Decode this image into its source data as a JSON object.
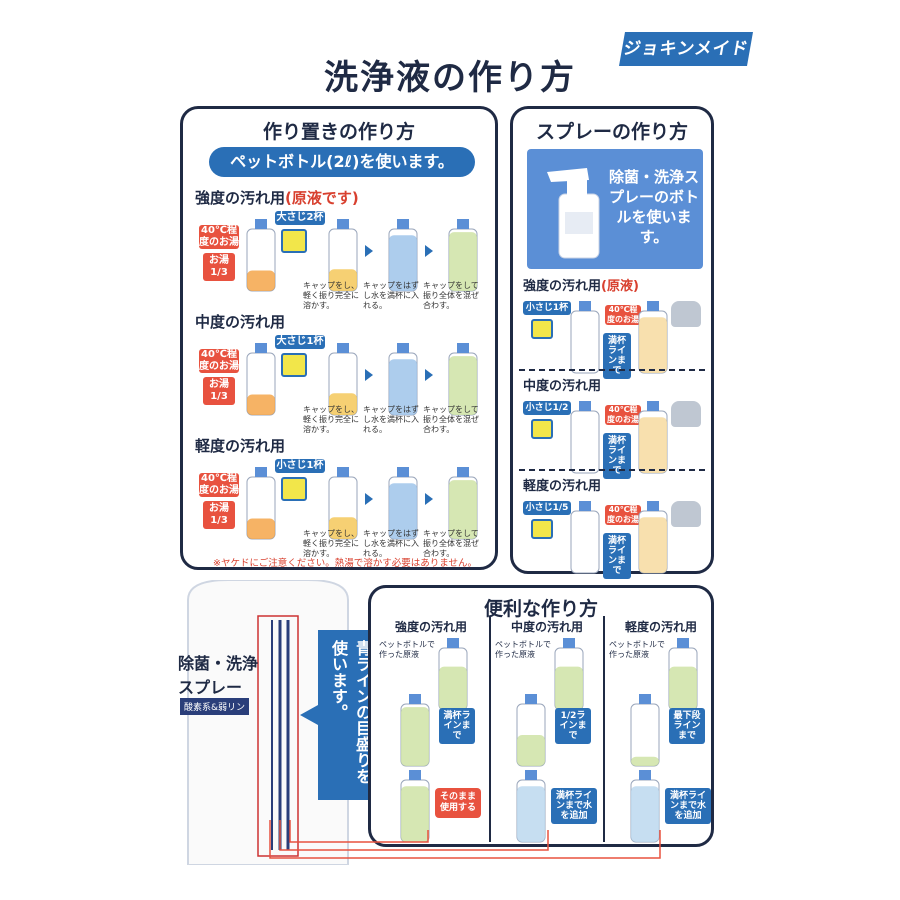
{
  "brand": "ジョキンメイド",
  "title": "洗浄液の作り方",
  "left_panel": {
    "title": "作り置きの作り方",
    "pill": "ペットボトル(2ℓ)を使います。",
    "sections": [
      {
        "heading": "強度の汚れ用",
        "heading_extra": "(原液です)",
        "spoon": "大さじ2杯"
      },
      {
        "heading": "中度の汚れ用",
        "heading_extra": "",
        "spoon": "大さじ1杯"
      },
      {
        "heading": "軽度の汚れ用",
        "heading_extra": "",
        "spoon": "小さじ1杯"
      }
    ],
    "hot_label": "40℃程度のお湯",
    "third_label": "お湯 1/3",
    "step_captions": [
      "キャップをし、軽く振り完全に溶かす。",
      "キャップをはずし水を満杯に入れる。",
      "キャップをして振り全体を混ぜ合わす。"
    ],
    "note": "※ヤケドにご注意ください。熱湯で溶かす必要はありません。"
  },
  "right_panel": {
    "title": "スプレーの作り方",
    "spray_text": "除菌・洗浄スプレーのボトルを使います。",
    "sections": [
      {
        "heading": "強度の汚れ用",
        "heading_extra": "(原液)",
        "spoon": "小さじ1杯"
      },
      {
        "heading": "中度の汚れ用",
        "heading_extra": "",
        "spoon": "小さじ1/2"
      },
      {
        "heading": "軽度の汚れ用",
        "heading_extra": "",
        "spoon": "小さじ1/5"
      }
    ],
    "hot_label": "40℃程度のお湯",
    "fill_label": "満杯ラインまで"
  },
  "bottom": {
    "bottle_brand": "除菌・洗浄スプレー",
    "bottle_sub": "酸素系&弱リン",
    "vertical_text": "青ラインの目盛りを使います。",
    "panel_title": "便利な作り方",
    "columns": [
      {
        "heading": "強度の汚れ用",
        "bottle_note": "ペットボトルで作った原液",
        "level_tag": "満杯ラインまで",
        "final_tag": "そのまま使用する"
      },
      {
        "heading": "中度の汚れ用",
        "bottle_note": "ペットボトルで作った原液",
        "level_tag": "1/2ラインまで",
        "final_tag": "満杯ラインまで水を追加"
      },
      {
        "heading": "軽度の汚れ用",
        "bottle_note": "ペットボトルで作った原液",
        "level_tag": "最下段ラインまで",
        "final_tag": "満杯ラインまで水を追加"
      }
    ]
  },
  "colors": {
    "navy": "#1f2a44",
    "blue": "#2a6fb6",
    "red": "#e8523f",
    "yellow": "#f4c85a",
    "spray_bg": "#5b8fd6"
  }
}
